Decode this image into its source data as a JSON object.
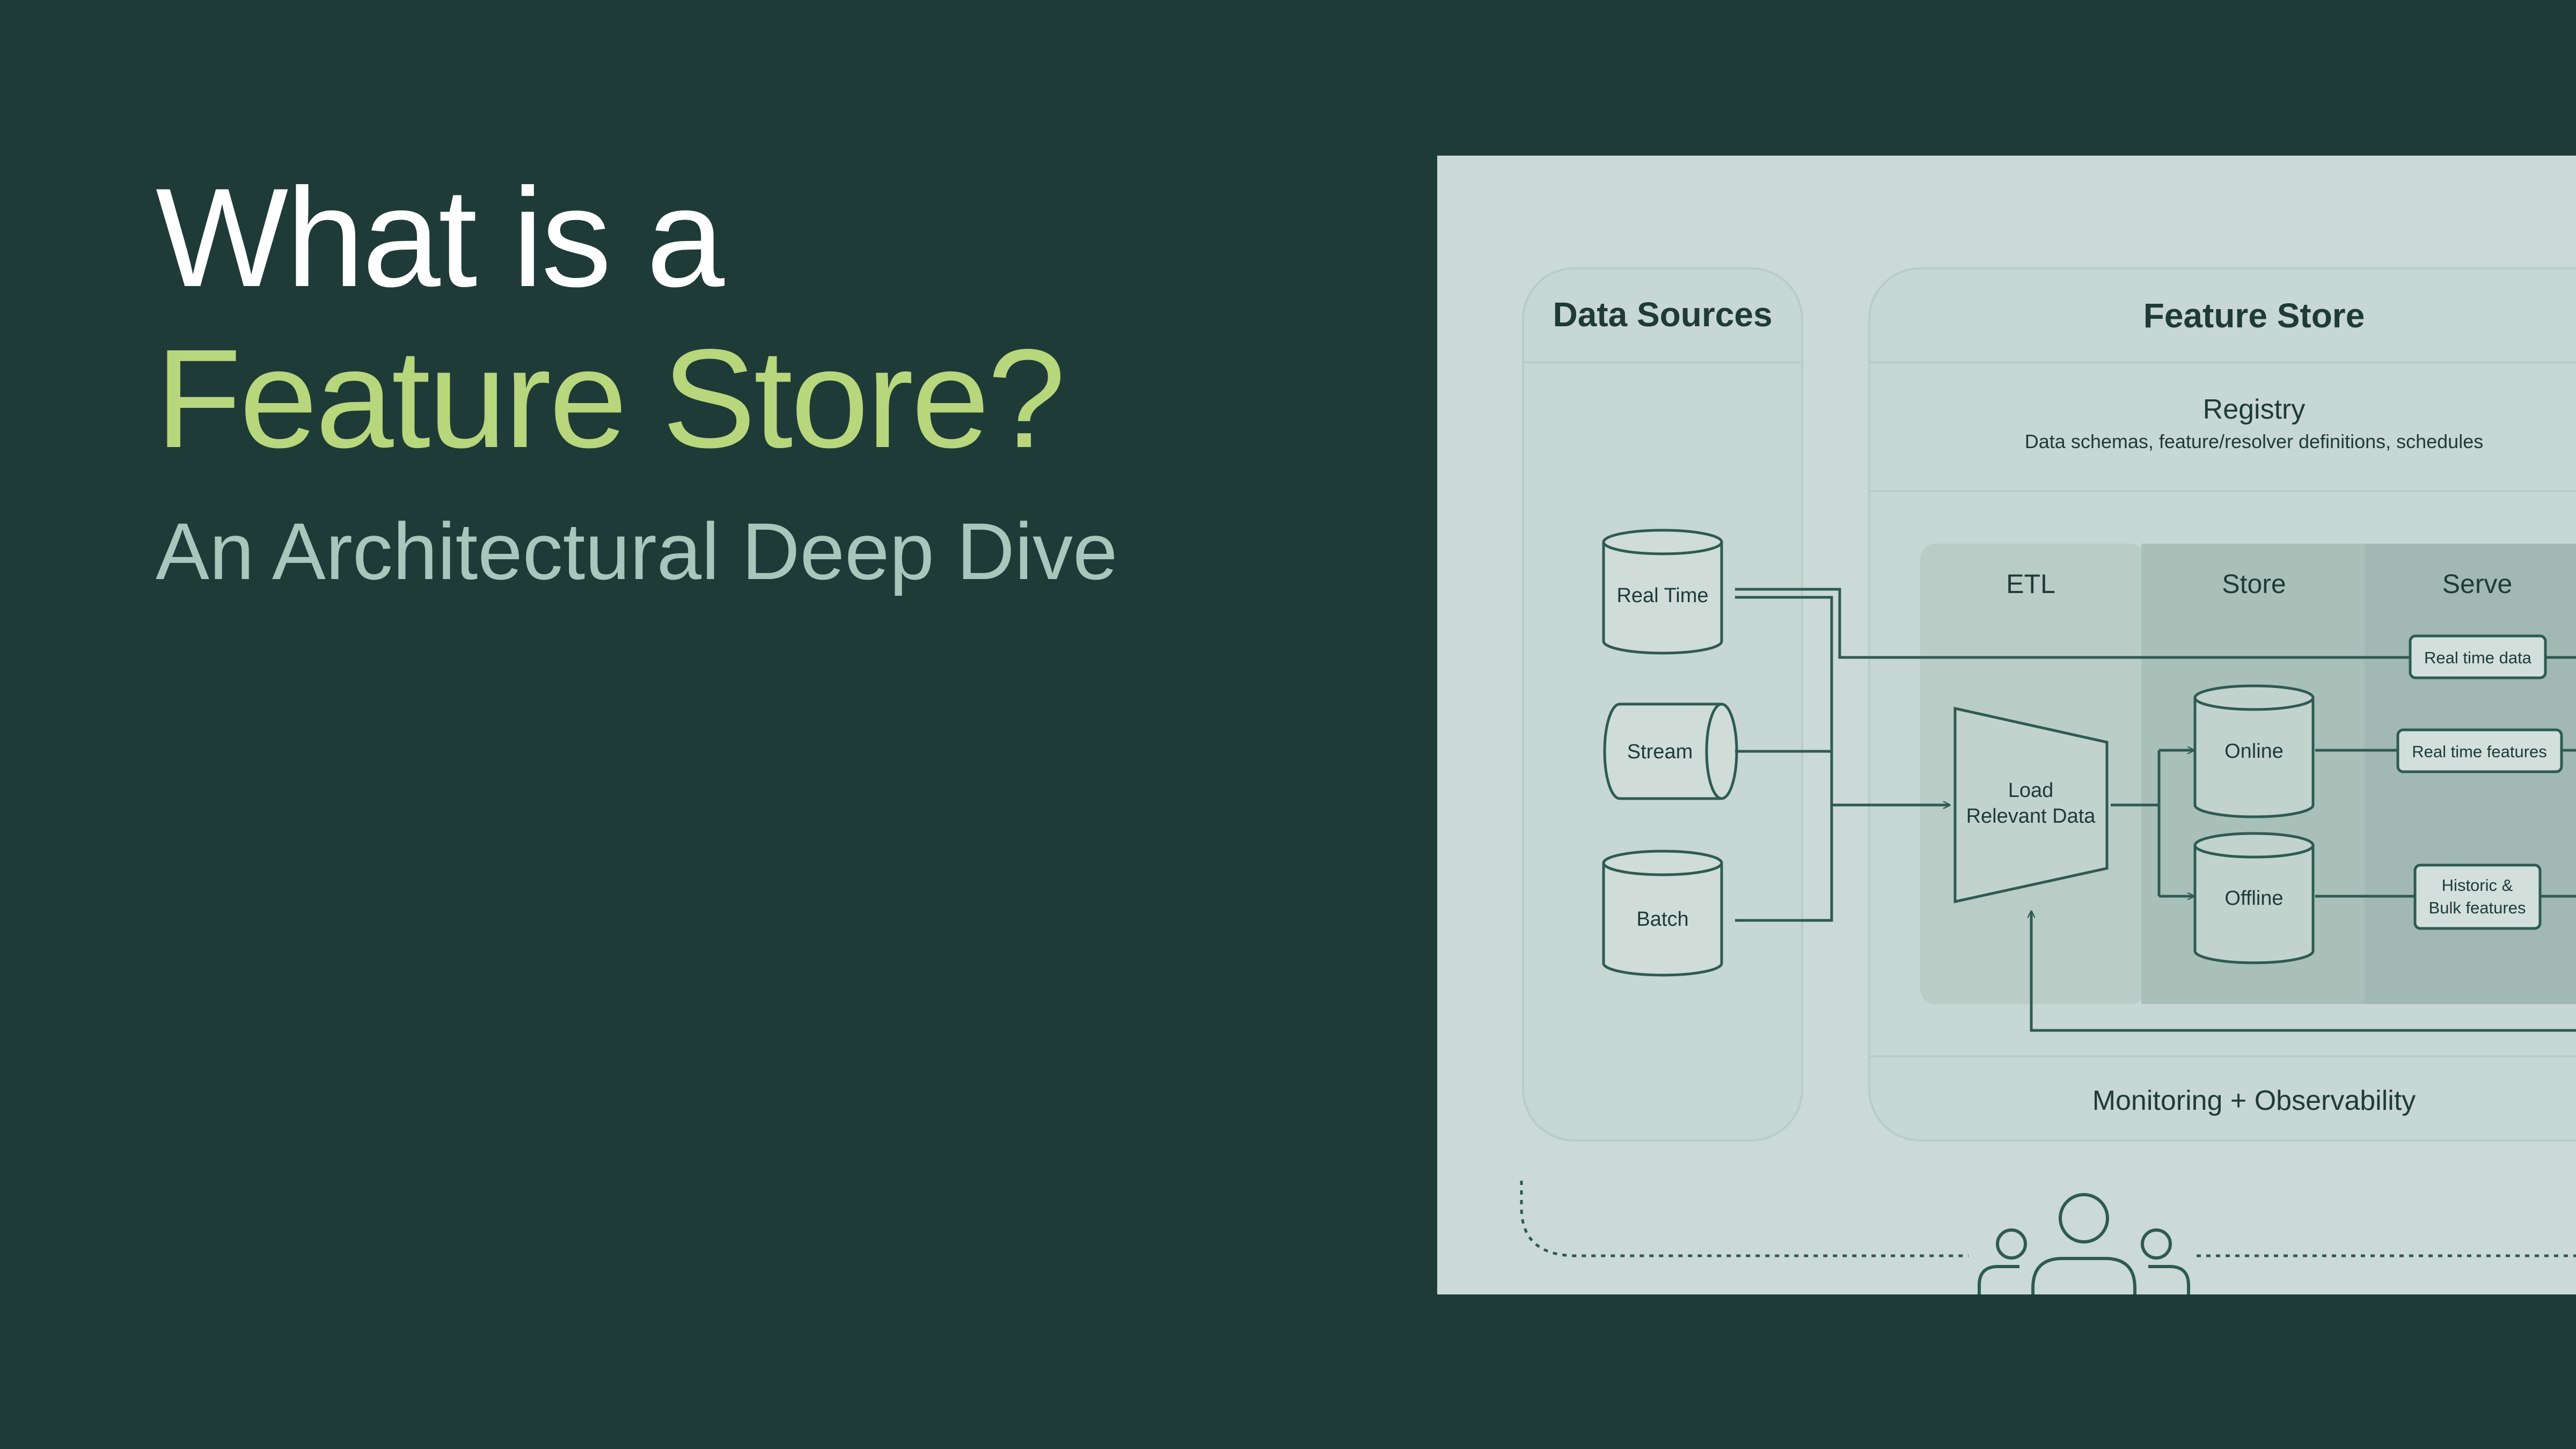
{
  "title": {
    "line1": "What is a",
    "line2": "Feature Store?",
    "subtitle": "An Architectural Deep Dive"
  },
  "colors": {
    "background": "#1f3b37",
    "accent": "#b8d67c",
    "subtitle": "#a9c6bd",
    "panel": "#cbdad6",
    "stroke": "#2e5b51"
  },
  "diagram": {
    "data_sources": {
      "heading": "Data Sources",
      "items": [
        "Real Time",
        "Stream",
        "Batch"
      ]
    },
    "feature_store": {
      "heading": "Feature Store",
      "registry": {
        "title": "Registry",
        "description": "Data schemas, feature/resolver definitions, schedules"
      },
      "columns": [
        "ETL",
        "Store",
        "Serve"
      ],
      "etl_node": [
        "Load",
        "Relevant Data"
      ],
      "stores": [
        "Online",
        "Offline"
      ],
      "serve_outputs": [
        [
          "Real time data"
        ],
        [
          "Real time features"
        ],
        [
          "Historic &",
          "Bulk features"
        ]
      ],
      "monitoring": "Monitoring + Observability"
    }
  }
}
